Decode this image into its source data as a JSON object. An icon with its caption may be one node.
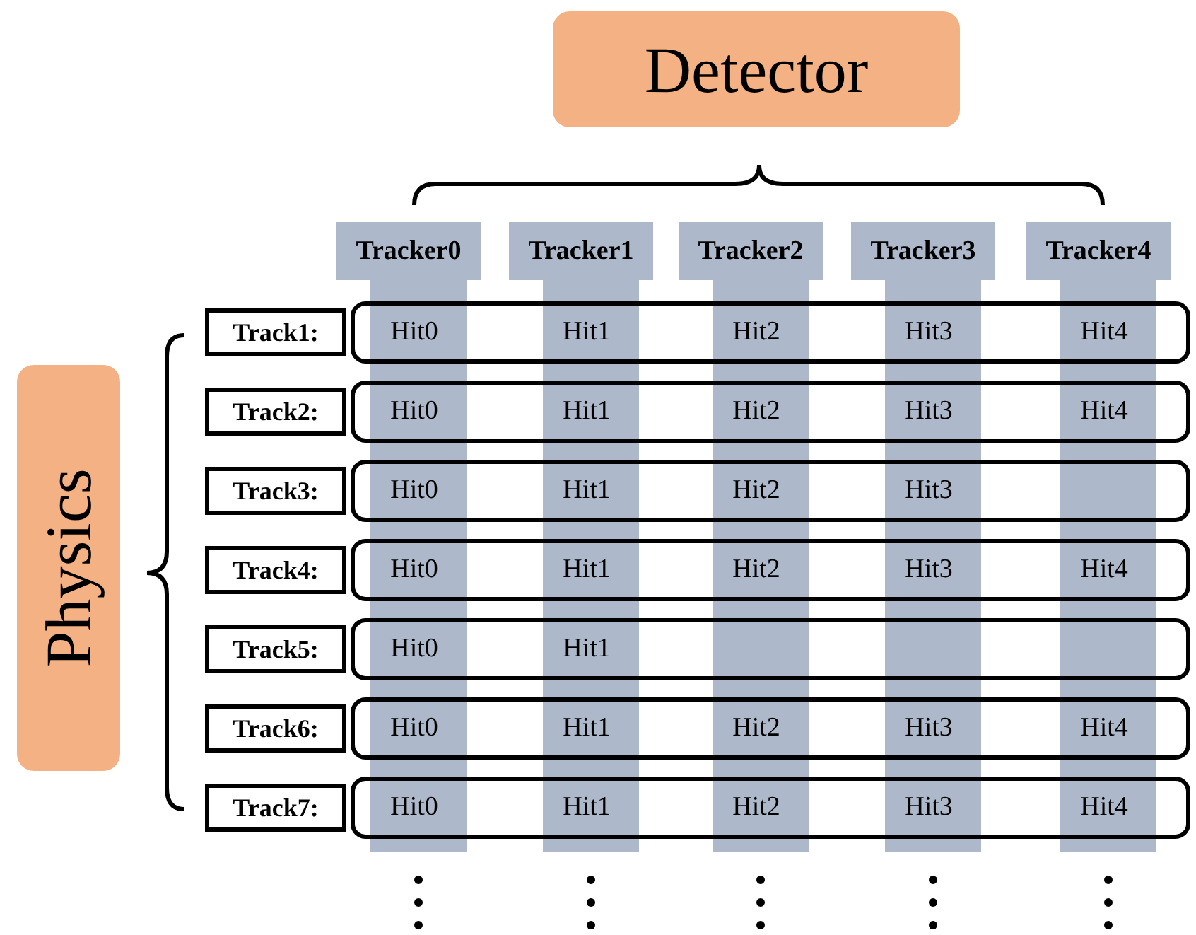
{
  "diagram": {
    "nodes": [
      {
        "text": [
          "Detector"
        ]
      },
      {
        "text": [
          "Physics"
        ]
      },
      {
        "text": [
          "Tracker0"
        ]
      },
      {
        "text": [
          "Tracker1"
        ]
      },
      {
        "text": [
          "Tracker2"
        ]
      },
      {
        "text": [
          "Tracker3"
        ]
      },
      {
        "text": [
          "Tracker4"
        ]
      },
      {
        "text": [
          "Track1:"
        ]
      },
      {
        "text": [
          "Hit0",
          "Hit1",
          "Hit2",
          "Hit3",
          "Hit4"
        ]
      },
      {
        "text": [
          "Track2:"
        ]
      },
      {
        "text": [
          "Hit0",
          "Hit1",
          "Hit2",
          "Hit3",
          "Hit4"
        ]
      },
      {
        "text": [
          "Track3:"
        ]
      },
      {
        "text": [
          "Hit0",
          "Hit1",
          "Hit2",
          "Hit3"
        ]
      },
      {
        "text": [
          "Track4:"
        ]
      },
      {
        "text": [
          "Hit0",
          "Hit1",
          "Hit2",
          "Hit3",
          "Hit4"
        ]
      },
      {
        "text": [
          "Track5:"
        ]
      },
      {
        "text": [
          "Hit0",
          "Hit1"
        ]
      },
      {
        "text": [
          "Track6:"
        ]
      },
      {
        "text": [
          "Hit0",
          "Hit1",
          "Hit2",
          "Hit3",
          "Hit4"
        ]
      },
      {
        "text": [
          "Track7:"
        ]
      },
      {
        "text": [
          "Hit0",
          "Hit1",
          "Hit2",
          "Hit3",
          "Hit4"
        ]
      }
    ]
  }
}
